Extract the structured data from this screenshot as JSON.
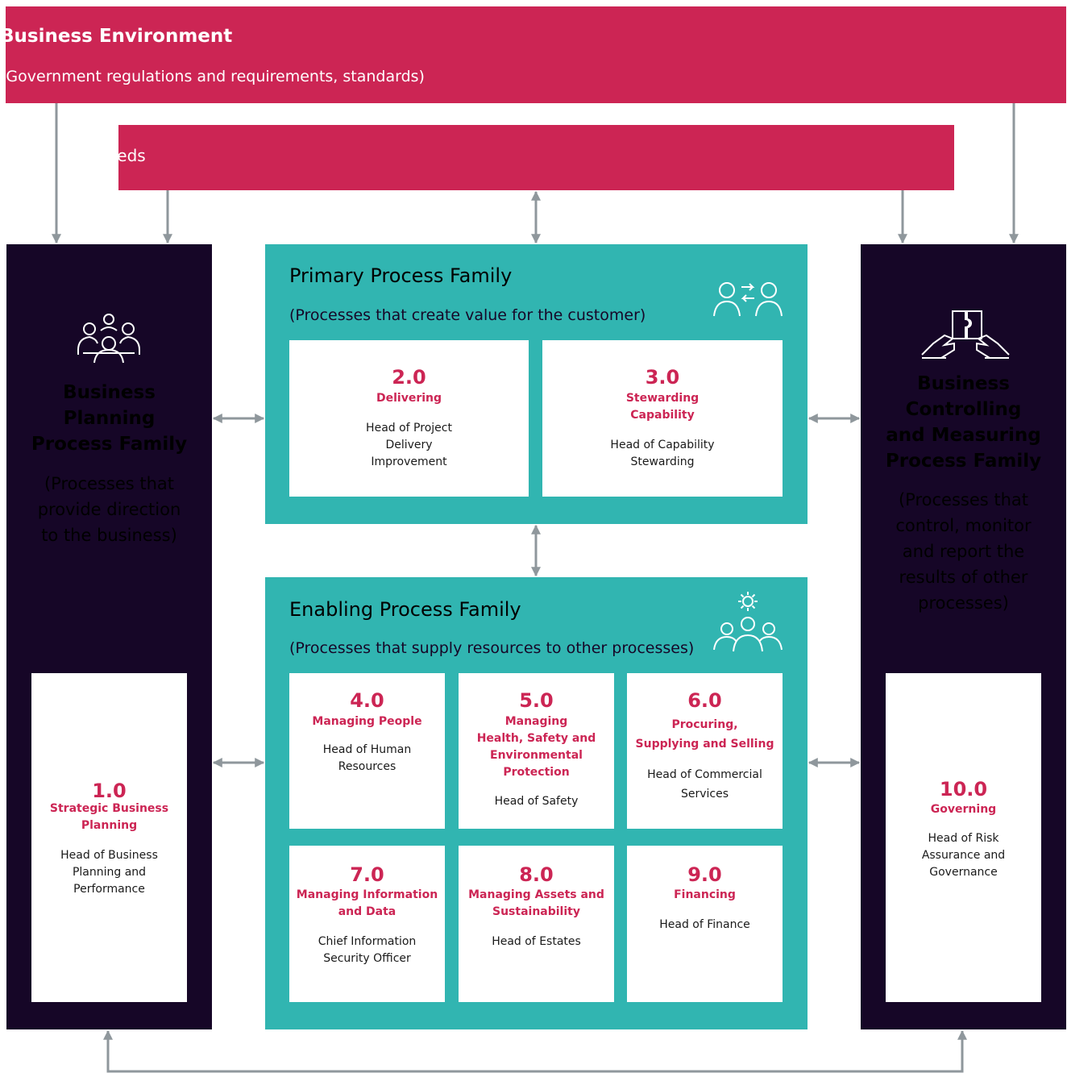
{
  "business_environment": {
    "title": "Business Environment",
    "subtitle": "(Government regulations and requirements, standards)"
  },
  "customer_needs": {
    "label": "Customer’s needs"
  },
  "planning_family": {
    "title_lines": [
      "Business",
      "Planning",
      "Process Family"
    ],
    "subtitle_lines": [
      "(Processes that",
      "provide direction",
      "to the business)"
    ],
    "icon": "meeting-people-icon"
  },
  "controlling_family": {
    "title_lines": [
      "Business",
      "Controlling",
      "and Measuring",
      "Process Family"
    ],
    "subtitle_lines": [
      "(Processes that",
      "control, monitor",
      "and report the",
      "results of other",
      "processes)"
    ],
    "icon": "puzzle-hands-icon"
  },
  "primary_family": {
    "title": "Primary Process Family",
    "subtitle": "(Processes that create value for the customer)",
    "icon": "people-exchange-icon"
  },
  "enabling_family": {
    "title": "Enabling Process Family",
    "subtitle": "(Processes that supply resources to other processes)",
    "icon": "team-gear-icon"
  },
  "processes": {
    "p1": {
      "number": "1.0",
      "name_lines": [
        "Strategic Business",
        "Planning"
      ],
      "head_lines": [
        "Head of Business",
        "Planning and",
        "Performance"
      ]
    },
    "p2": {
      "number": "2.0",
      "name_lines": [
        "Delivering"
      ],
      "head_lines": [
        "Head of Project",
        "Delivery",
        "Improvement"
      ]
    },
    "p3": {
      "number": "3.0",
      "name_lines": [
        "Stewarding",
        "Capability"
      ],
      "head_lines": [
        "Head of Capability",
        "Stewarding"
      ]
    },
    "p4": {
      "number": "4.0",
      "name_lines": [
        "Managing People"
      ],
      "head_lines": [
        "Head of Human",
        "Resources"
      ]
    },
    "p5": {
      "number": "5.0",
      "name_lines": [
        "Managing",
        "Health, Safety and",
        "Environmental",
        "Protection"
      ],
      "head_lines": [
        "Head of Safety"
      ]
    },
    "p6": {
      "number": "6.0",
      "name_lines": [
        "Procuring,",
        "Supplying and Selling"
      ],
      "head_lines": [
        "Head of Commercial",
        "Services"
      ]
    },
    "p7": {
      "number": "7.0",
      "name_lines": [
        "Managing Information",
        "and Data"
      ],
      "head_lines": [
        "Chief Information",
        "Security Officer"
      ]
    },
    "p8": {
      "number": "8.0",
      "name_lines": [
        "Managing Assets and",
        "Sustainability"
      ],
      "head_lines": [
        "Head of Estates"
      ]
    },
    "p9": {
      "number": "9.0",
      "name_lines": [
        "Financing"
      ],
      "head_lines": [
        "Head of Finance"
      ]
    },
    "p10": {
      "number": "10.0",
      "name_lines": [
        "Governing"
      ],
      "head_lines": [
        "Head of Risk",
        "Assurance and",
        "Governance"
      ]
    }
  },
  "colors": {
    "crimson": "#cc2554",
    "navy": "#160627",
    "teal": "#31b5b1",
    "arrow_grey": "#8f979c"
  }
}
